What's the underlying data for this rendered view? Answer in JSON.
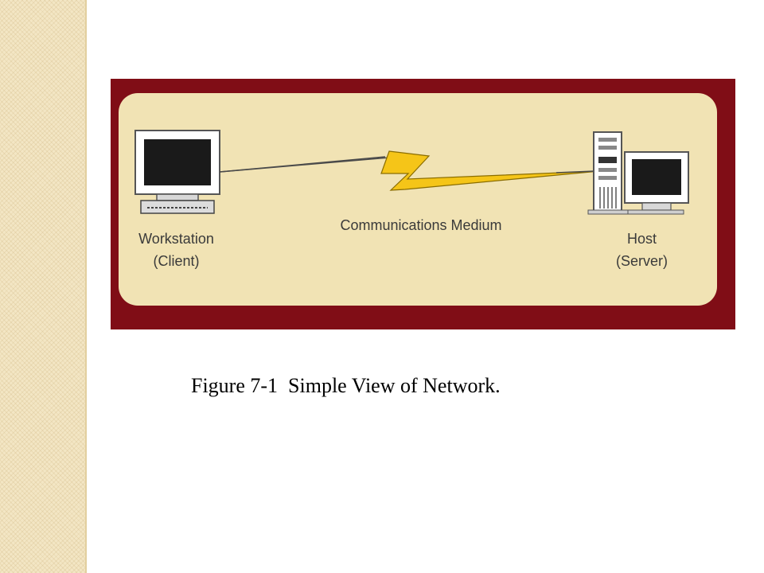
{
  "diagram": {
    "left_node": {
      "line1": "Workstation",
      "line2": "(Client)"
    },
    "right_node": {
      "line1": "Host",
      "line2": "(Server)"
    },
    "link_label": "Communications Medium",
    "colors": {
      "frame": "#800d16",
      "panel": "#f1e3b4",
      "lightning": "#f5c518",
      "side_band": "#f3e6c4"
    }
  },
  "caption": "Figure 7-1  Simple View of Network."
}
